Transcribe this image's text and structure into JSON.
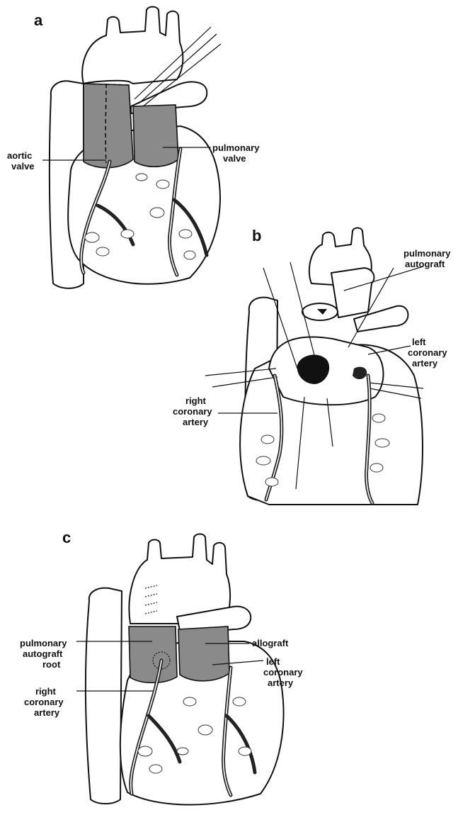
{
  "panels": {
    "a": {
      "letter": "a",
      "labels": {
        "aortic_valve_1": "aortic",
        "aortic_valve_2": "valve",
        "pulmonary_valve_1": "pulmonary",
        "pulmonary_valve_2": "valve"
      }
    },
    "b": {
      "letter": "b",
      "labels": {
        "pulmonary_autograft_1": "pulmonary",
        "pulmonary_autograft_2": "autograft",
        "left_coronary_1": "left",
        "left_coronary_2": "coronary",
        "left_coronary_3": "artery",
        "right_coronary_1": "right",
        "right_coronary_2": "coronary",
        "right_coronary_3": "artery"
      }
    },
    "c": {
      "letter": "c",
      "labels": {
        "pulmonary_autograft_root_1": "pulmonary",
        "pulmonary_autograft_root_2": "autograft",
        "pulmonary_autograft_root_3": "root",
        "allograft": "allograft",
        "left_coronary_1": "left",
        "left_coronary_2": "coronary",
        "left_coronary_3": "artery",
        "right_coronary_1": "right",
        "right_coronary_2": "coronary",
        "right_coronary_3": "artery"
      }
    }
  }
}
